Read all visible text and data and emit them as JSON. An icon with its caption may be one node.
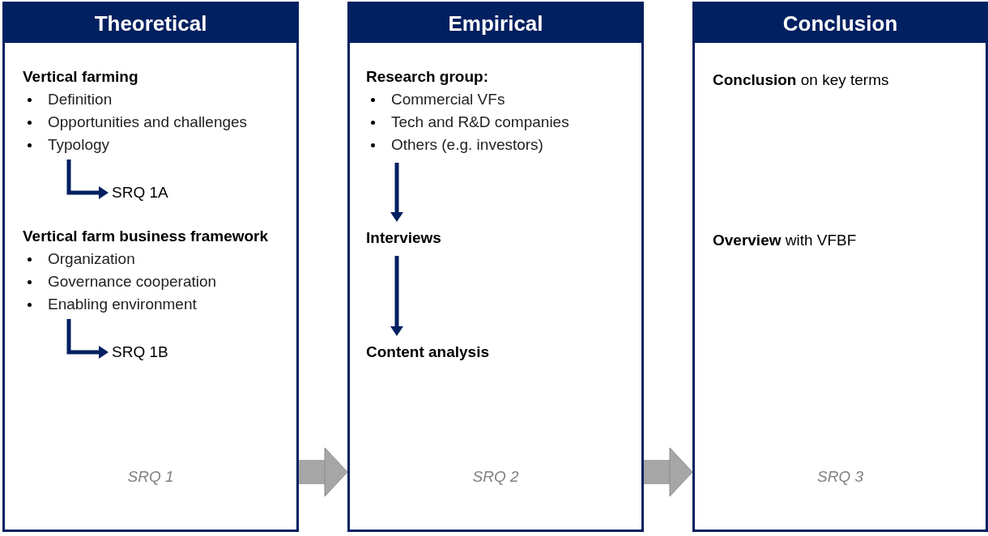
{
  "diagram": {
    "nodes": [
      {
        "text": [
          "Theoretical",
          "SRQ 1"
        ]
      },
      {
        "text": [
          "Vertical farming",
          "Definition",
          "Opportunities and challenges",
          "Typology"
        ],
        "in": 0
      },
      {
        "text": [
          "SRQ 1A"
        ],
        "in": 0
      },
      {
        "text": [
          "Vertical farm business framework",
          "Organization",
          "Governance cooperation",
          "Enabling environment"
        ],
        "in": 0
      },
      {
        "text": [
          "SRQ 1B"
        ],
        "in": 0
      },
      {
        "text": [
          "Empirical",
          "SRQ 2"
        ]
      },
      {
        "text": [
          "**Research group**:",
          "Commercial VFs",
          "Tech and R&D companies",
          "Others (e.g. investors)"
        ],
        "in": 5
      },
      {
        "text": [
          "Interviews"
        ],
        "in": 5
      },
      {
        "text": [
          "Content analysis"
        ],
        "in": 5
      },
      {
        "text": [
          "Conclusion",
          "SRQ 3"
        ]
      },
      {
        "text": [
          "**Conclusion** on key terms"
        ],
        "in": 9
      },
      {
        "text": [
          "**Overview** with VFBF"
        ],
        "in": 9
      }
    ],
    "edges": [
      {
        "from": 1,
        "to": 2,
        "arrow": "to"
      },
      {
        "from": 3,
        "to": 4,
        "arrow": "to"
      },
      {
        "from": 6,
        "to": 7,
        "arrow": "to"
      },
      {
        "from": 7,
        "to": 8,
        "arrow": "to"
      },
      {
        "from": 0,
        "to": 5,
        "arrow": "to",
        "style": "thick",
        "color": "#a6a6a6"
      },
      {
        "from": 5,
        "to": 9,
        "arrow": "to",
        "style": "thick",
        "color": "#a6a6a6"
      }
    ]
  }
}
